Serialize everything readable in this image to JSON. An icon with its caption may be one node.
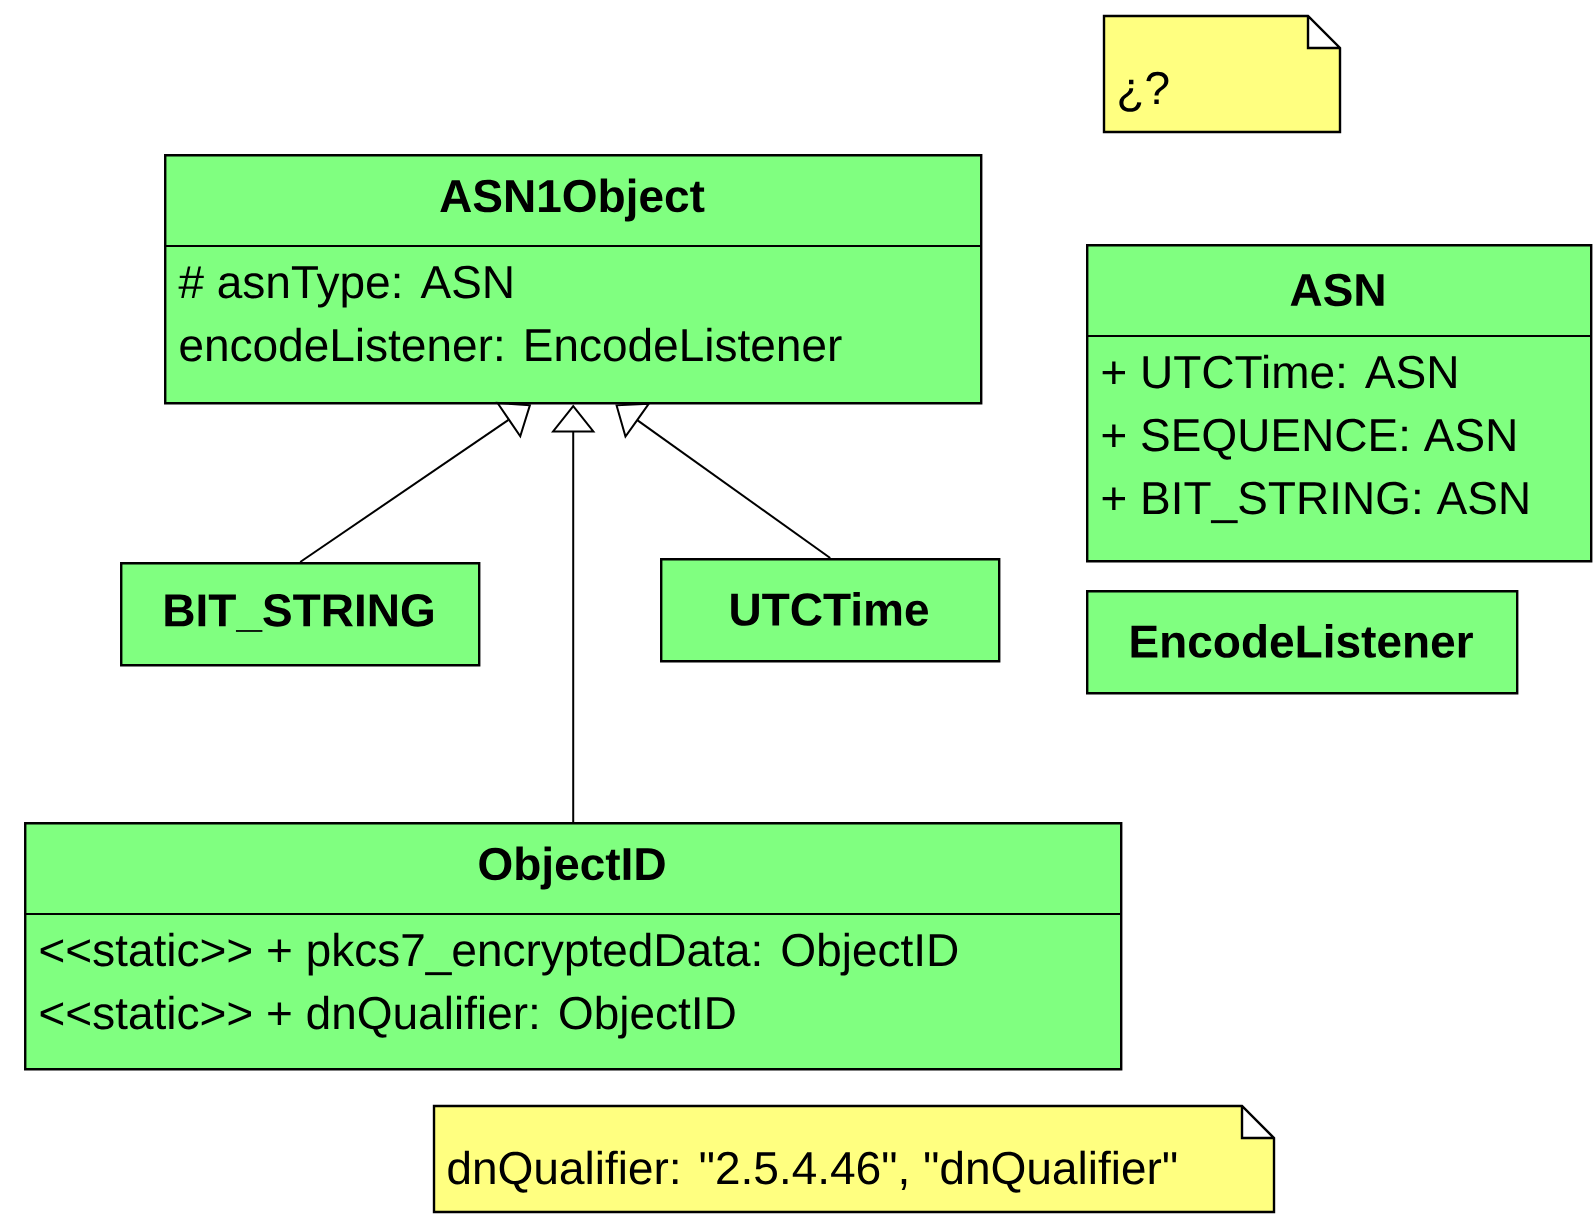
{
  "diagram": {
    "nodes": [
      {
        "text": [
          "ASN1Object",
          "# asnType: ASN",
          "encodeListener: EncodeListener"
        ]
      },
      {
        "text": [
          "BIT_STRING"
        ]
      },
      {
        "text": [
          "UTCTime"
        ]
      },
      {
        "text": [
          "ObjectID",
          "<<static>> + pkcs7_encryptedData: ObjectID",
          "<<static>> + dnQualifier: ObjectID"
        ]
      },
      {
        "text": [
          "ASN",
          "+ UTCTime: ASN",
          "+ SEQUENCE: ASN",
          "+ BIT_STRING: ASN"
        ]
      },
      {
        "text": [
          "EncodeListener"
        ]
      },
      {
        "text": [
          "¿?"
        ]
      },
      {
        "text": [
          "dnQualifier: \"2.5.4.46\", \"dnQualifier\""
        ]
      }
    ],
    "edges": [
      {
        "from": 1,
        "to": 0,
        "arrow": "to"
      },
      {
        "from": 3,
        "to": 0,
        "arrow": "to"
      },
      {
        "from": 2,
        "to": 0,
        "arrow": "to"
      }
    ]
  }
}
